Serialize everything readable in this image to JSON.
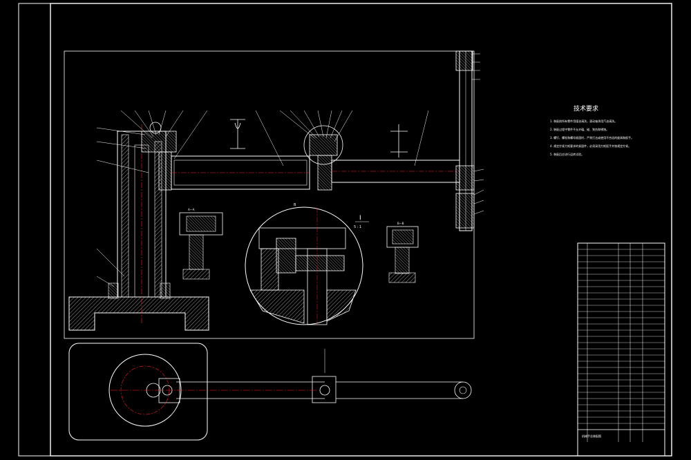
{
  "drawing": {
    "title": "技术要求",
    "notes": [
      "1. 装配前所有零件用煤油清洗，滚动轴承用汽油清洗。",
      "2. 装配过程中零件不允许磕、碰、划伤和锈蚀。",
      "3. 螺钉、螺栓和螺母紧固时，严禁打击或使用不合适的旋具和扳手。",
      "4. 规定拧紧力矩要求的紧固件，必须采用力矩扳手并按规定拧紧。",
      "5. 装配后应进行运转试验。"
    ],
    "detail_label": "I",
    "detail_scale": "5 : 1",
    "section_a": "A—A",
    "section_b": "B—B",
    "view_marker": "B",
    "titleblock_name": "机械手总装配图",
    "colors": {
      "line": "#ffffff",
      "accent": "#ff2020",
      "center": "#ff2020",
      "background": "#000000"
    }
  }
}
